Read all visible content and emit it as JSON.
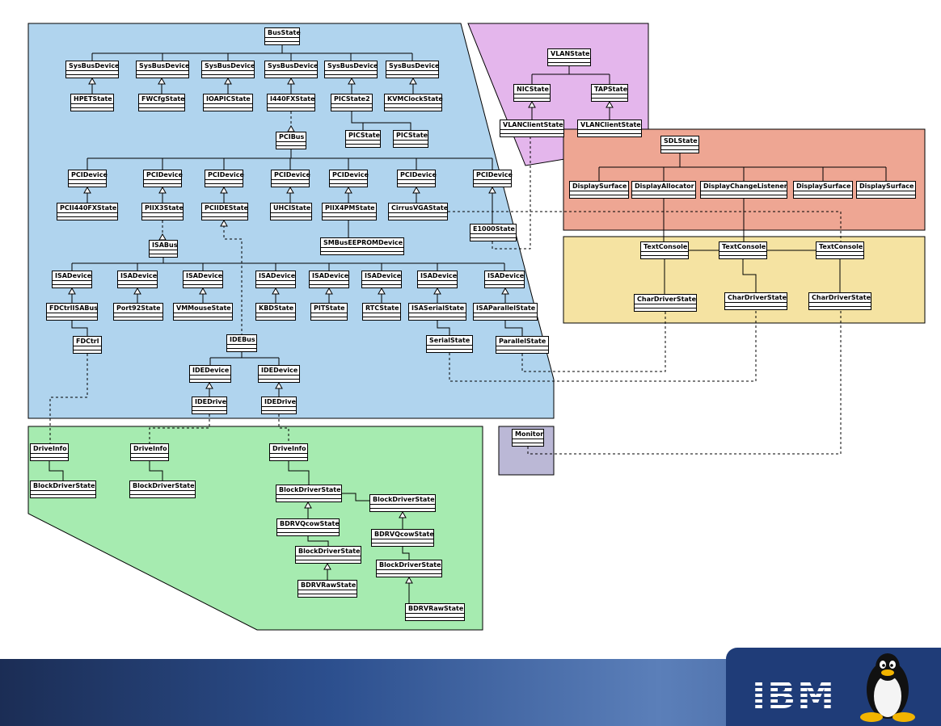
{
  "colors": {
    "blue_region": "#b0d4ee",
    "purple_region": "#e4b6ec",
    "red_region": "#eea693",
    "yellow_region": "#f5e3a2",
    "green_region": "#a6ebb0",
    "monitor_region": "#bbb8d6",
    "footer": "#2c4f8e"
  },
  "icons": {
    "footer_mascot": "tux-penguin-icon"
  },
  "nodes": {
    "busstate": "BusState",
    "sysbus1": "SysBusDevice",
    "sysbus2": "SysBusDevice",
    "sysbus3": "SysBusDevice",
    "sysbus4": "SysBusDevice",
    "sysbus5": "SysBusDevice",
    "sysbus6": "SysBusDevice",
    "hpet": "HPETState",
    "fwcfg": "FWCfgState",
    "ioapic": "IOAPICState",
    "i440fx": "I440FXState",
    "picstate2": "PICState2",
    "kvmclock": "KVMClockState",
    "pic1": "PICState",
    "pic2": "PICState",
    "pcibus": "PCIBus",
    "pcidev1": "PCIDevice",
    "pcidev2": "PCIDevice",
    "pcidev3": "PCIDevice",
    "pcidev4": "PCIDevice",
    "pcidev5": "PCIDevice",
    "pcidev6": "PCIDevice",
    "pcidev7": "PCIDevice",
    "pcii440fx": "PCII440FXState",
    "piix3": "PIIX3State",
    "pciide": "PCIIDEState",
    "uhci": "UHCIState",
    "piix4pm": "PIIX4PMState",
    "cirrus": "CirrusVGAState",
    "e1000": "E1000State",
    "smbus": "SMBusEEPROMDevice",
    "isabus": "ISABus",
    "isadev1": "ISADevice",
    "isadev2": "ISADevice",
    "isadev3": "ISADevice",
    "isadev4": "ISADevice",
    "isadev5": "ISADevice",
    "isadev6": "ISADevice",
    "isadev7": "ISADevice",
    "isadev8": "ISADevice",
    "fdctrlisa": "FDCtrlISABus",
    "port92": "Port92State",
    "vmmouse": "VMMouseState",
    "kbd": "KBDState",
    "pit": "PITState",
    "rtc": "RTCState",
    "isaserial": "ISASerialState",
    "isaparallel": "ISAParallelState",
    "fdctrl": "FDCtrl",
    "serial": "SerialState",
    "parallel": "ParallelState",
    "idebus": "IDEBus",
    "idedev1": "IDEDevice",
    "idedev2": "IDEDevice",
    "idedrive1": "IDEDrive",
    "idedrive2": "IDEDrive",
    "vlanstate": "VLANState",
    "nicstate": "NICState",
    "tapstate": "TAPState",
    "vlanclient1": "VLANClientState",
    "vlanclient2": "VLANClientState",
    "sdlstate": "SDLState",
    "dispsurf1": "DisplaySurface",
    "dispalloc": "DisplayAllocator",
    "dispchange": "DisplayChangeListener",
    "dispsurf2": "DisplaySurface",
    "dispsurf3": "DisplaySurface",
    "textconsole1": "TextConsole",
    "textconsole2": "TextConsole",
    "textconsole3": "TextConsole",
    "chardrv1": "CharDriverState",
    "chardrv2": "CharDriverState",
    "chardrv3": "CharDriverState",
    "monitor": "Monitor",
    "driveinfo1": "DriveInfo",
    "driveinfo2": "DriveInfo",
    "driveinfo3": "DriveInfo",
    "blockdrv1": "BlockDriverState",
    "blockdrv2": "BlockDriverState",
    "blockdrv3": "BlockDriverState",
    "blockdrv4": "BlockDriverState",
    "bdrvqcow1": "BDRVQcowState",
    "bdrvqcow2": "BDRVQcowState",
    "blockdrv5": "BlockDriverState",
    "blockdrv6": "BlockDriverState",
    "bdrvraw1": "BDRVRawState",
    "bdrvraw2": "BDRVRawState"
  },
  "logo": {
    "text": "IBM"
  }
}
